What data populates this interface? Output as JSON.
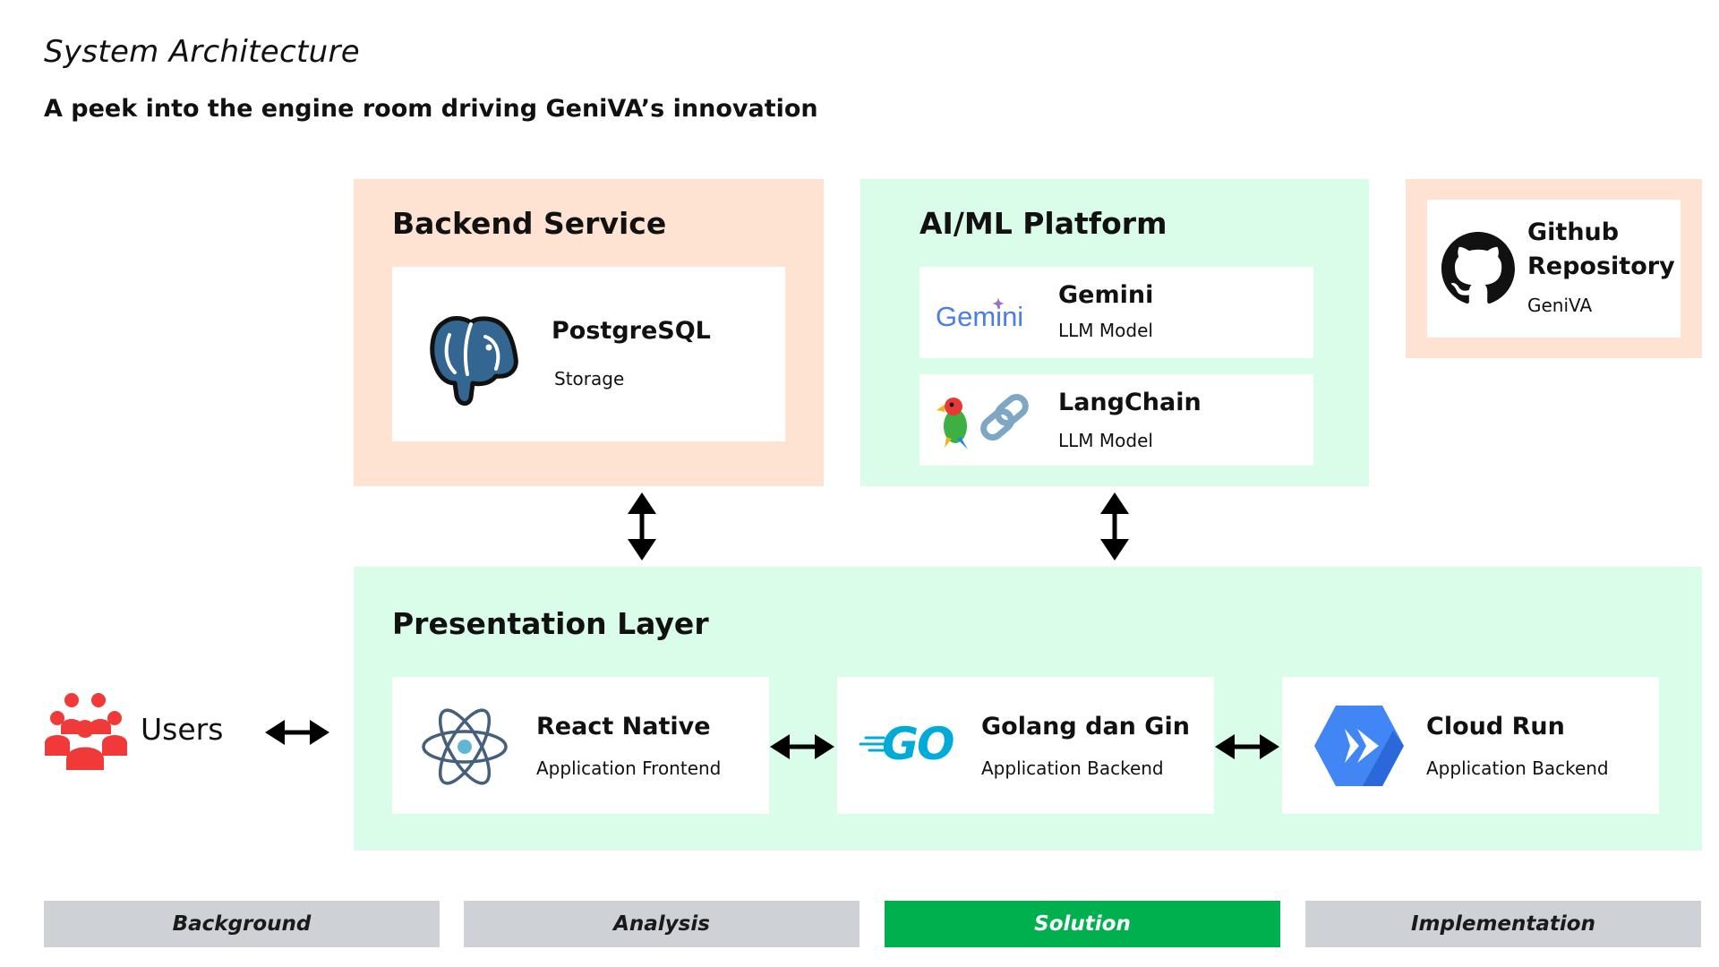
{
  "header": {
    "title": "System Architecture",
    "subtitle": "A peek into the engine room driving GeniVA’s innovation"
  },
  "backend": {
    "title": "Backend Service",
    "cards": [
      {
        "name": "PostgreSQL",
        "desc": "Storage",
        "icon": "postgresql-elephant-icon"
      }
    ]
  },
  "aiml": {
    "title": "AI/ML Platform",
    "cards": [
      {
        "name": "Gemini",
        "desc": "LLM Model",
        "logo_text": "Gemini",
        "icon": "gemini-logo"
      },
      {
        "name": "LangChain",
        "desc": "LLM Model",
        "icon": "langchain-parrot-chain-icon"
      }
    ]
  },
  "github": {
    "name": "Github Repository",
    "desc": "GeniVA",
    "icon": "github-icon"
  },
  "presentation": {
    "title": "Presentation Layer",
    "cards": [
      {
        "name": "React Native",
        "desc": "Application Frontend",
        "icon": "react-icon"
      },
      {
        "name": "Golang dan Gin",
        "desc": "Application Backend",
        "logo_text": "GO",
        "icon": "go-logo"
      },
      {
        "name": "Cloud Run",
        "desc": "Application Backend",
        "icon": "cloud-run-icon"
      }
    ]
  },
  "users": {
    "label": "Users",
    "icon": "users-group-icon"
  },
  "nav": {
    "tabs": [
      "Background",
      "Analysis",
      "Solution",
      "Implementation"
    ],
    "active": "Solution"
  },
  "colors": {
    "peach": "#fee3d3",
    "mint": "#d9fde8",
    "active_tab": "#00b04f",
    "inactive_tab": "#ced1d6",
    "users_red": "#f03a3a",
    "cloud_run_blue": "#4285f4",
    "go_cyan": "#00acd7"
  }
}
